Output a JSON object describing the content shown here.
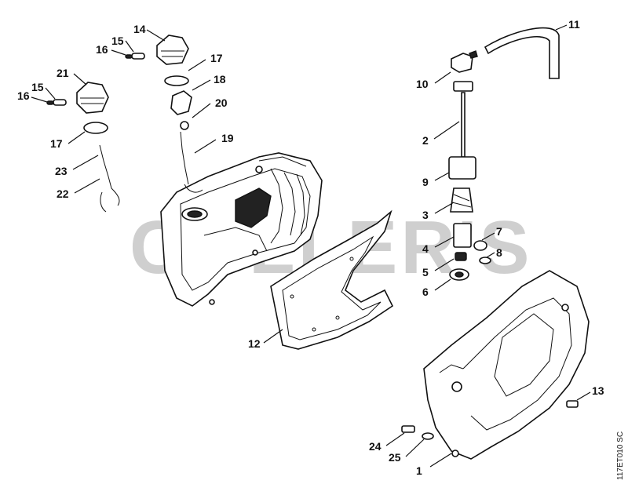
{
  "diagram": {
    "watermark": "COLLER'S",
    "drawing_code": "117ET010 SC",
    "callouts": [
      {
        "key": "c1",
        "text": "1"
      },
      {
        "key": "c2",
        "text": "2"
      },
      {
        "key": "c3",
        "text": "3"
      },
      {
        "key": "c4",
        "text": "4"
      },
      {
        "key": "c5",
        "text": "5"
      },
      {
        "key": "c6",
        "text": "6"
      },
      {
        "key": "c7",
        "text": "7"
      },
      {
        "key": "c8",
        "text": "8"
      },
      {
        "key": "c9",
        "text": "9"
      },
      {
        "key": "c10",
        "text": "10"
      },
      {
        "key": "c11",
        "text": "11"
      },
      {
        "key": "c12",
        "text": "12"
      },
      {
        "key": "c13",
        "text": "13"
      },
      {
        "key": "c14",
        "text": "14"
      },
      {
        "key": "c15a",
        "text": "15"
      },
      {
        "key": "c15b",
        "text": "15"
      },
      {
        "key": "c16a",
        "text": "16"
      },
      {
        "key": "c16b",
        "text": "16"
      },
      {
        "key": "c17a",
        "text": "17"
      },
      {
        "key": "c17b",
        "text": "17"
      },
      {
        "key": "c18",
        "text": "18"
      },
      {
        "key": "c19",
        "text": "19"
      },
      {
        "key": "c20",
        "text": "20"
      },
      {
        "key": "c21",
        "text": "21"
      },
      {
        "key": "c22",
        "text": "22"
      },
      {
        "key": "c23",
        "text": "23"
      },
      {
        "key": "c24",
        "text": "24"
      },
      {
        "key": "c25",
        "text": "25"
      }
    ]
  }
}
